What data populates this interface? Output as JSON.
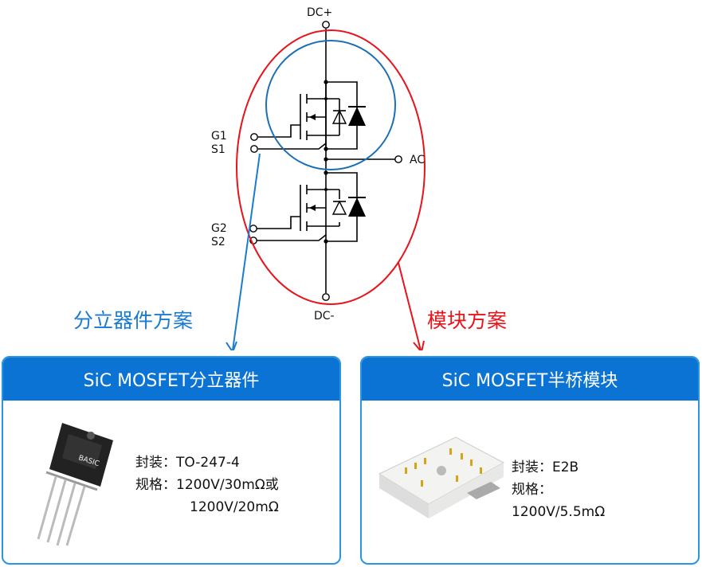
{
  "schematic": {
    "dc_plus": "DC+",
    "dc_minus": "DC-",
    "ac": "AC",
    "g1": "G1",
    "s1": "S1",
    "g2": "G2",
    "s2": "S2"
  },
  "annotations": {
    "discrete_label": "分立器件方案",
    "module_label": "模块方案",
    "discrete_color": "#1a7bd0",
    "module_color": "#e8141b"
  },
  "cards": {
    "discrete": {
      "title": "SiC MOSFET分立器件",
      "package_line": "封装：TO-247-4",
      "spec_line1": "规格：1200V/30mΩ或",
      "spec_line2": "1200V/20mΩ",
      "product_marking": "BASIC"
    },
    "module": {
      "title": "SiC MOSFET半桥模块",
      "package_line": "封装：E2B",
      "spec_line1": "规格：",
      "spec_line2": "1200V/5.5mΩ"
    },
    "header_color": "#0a73d4",
    "border_color": "#2a95e2"
  }
}
